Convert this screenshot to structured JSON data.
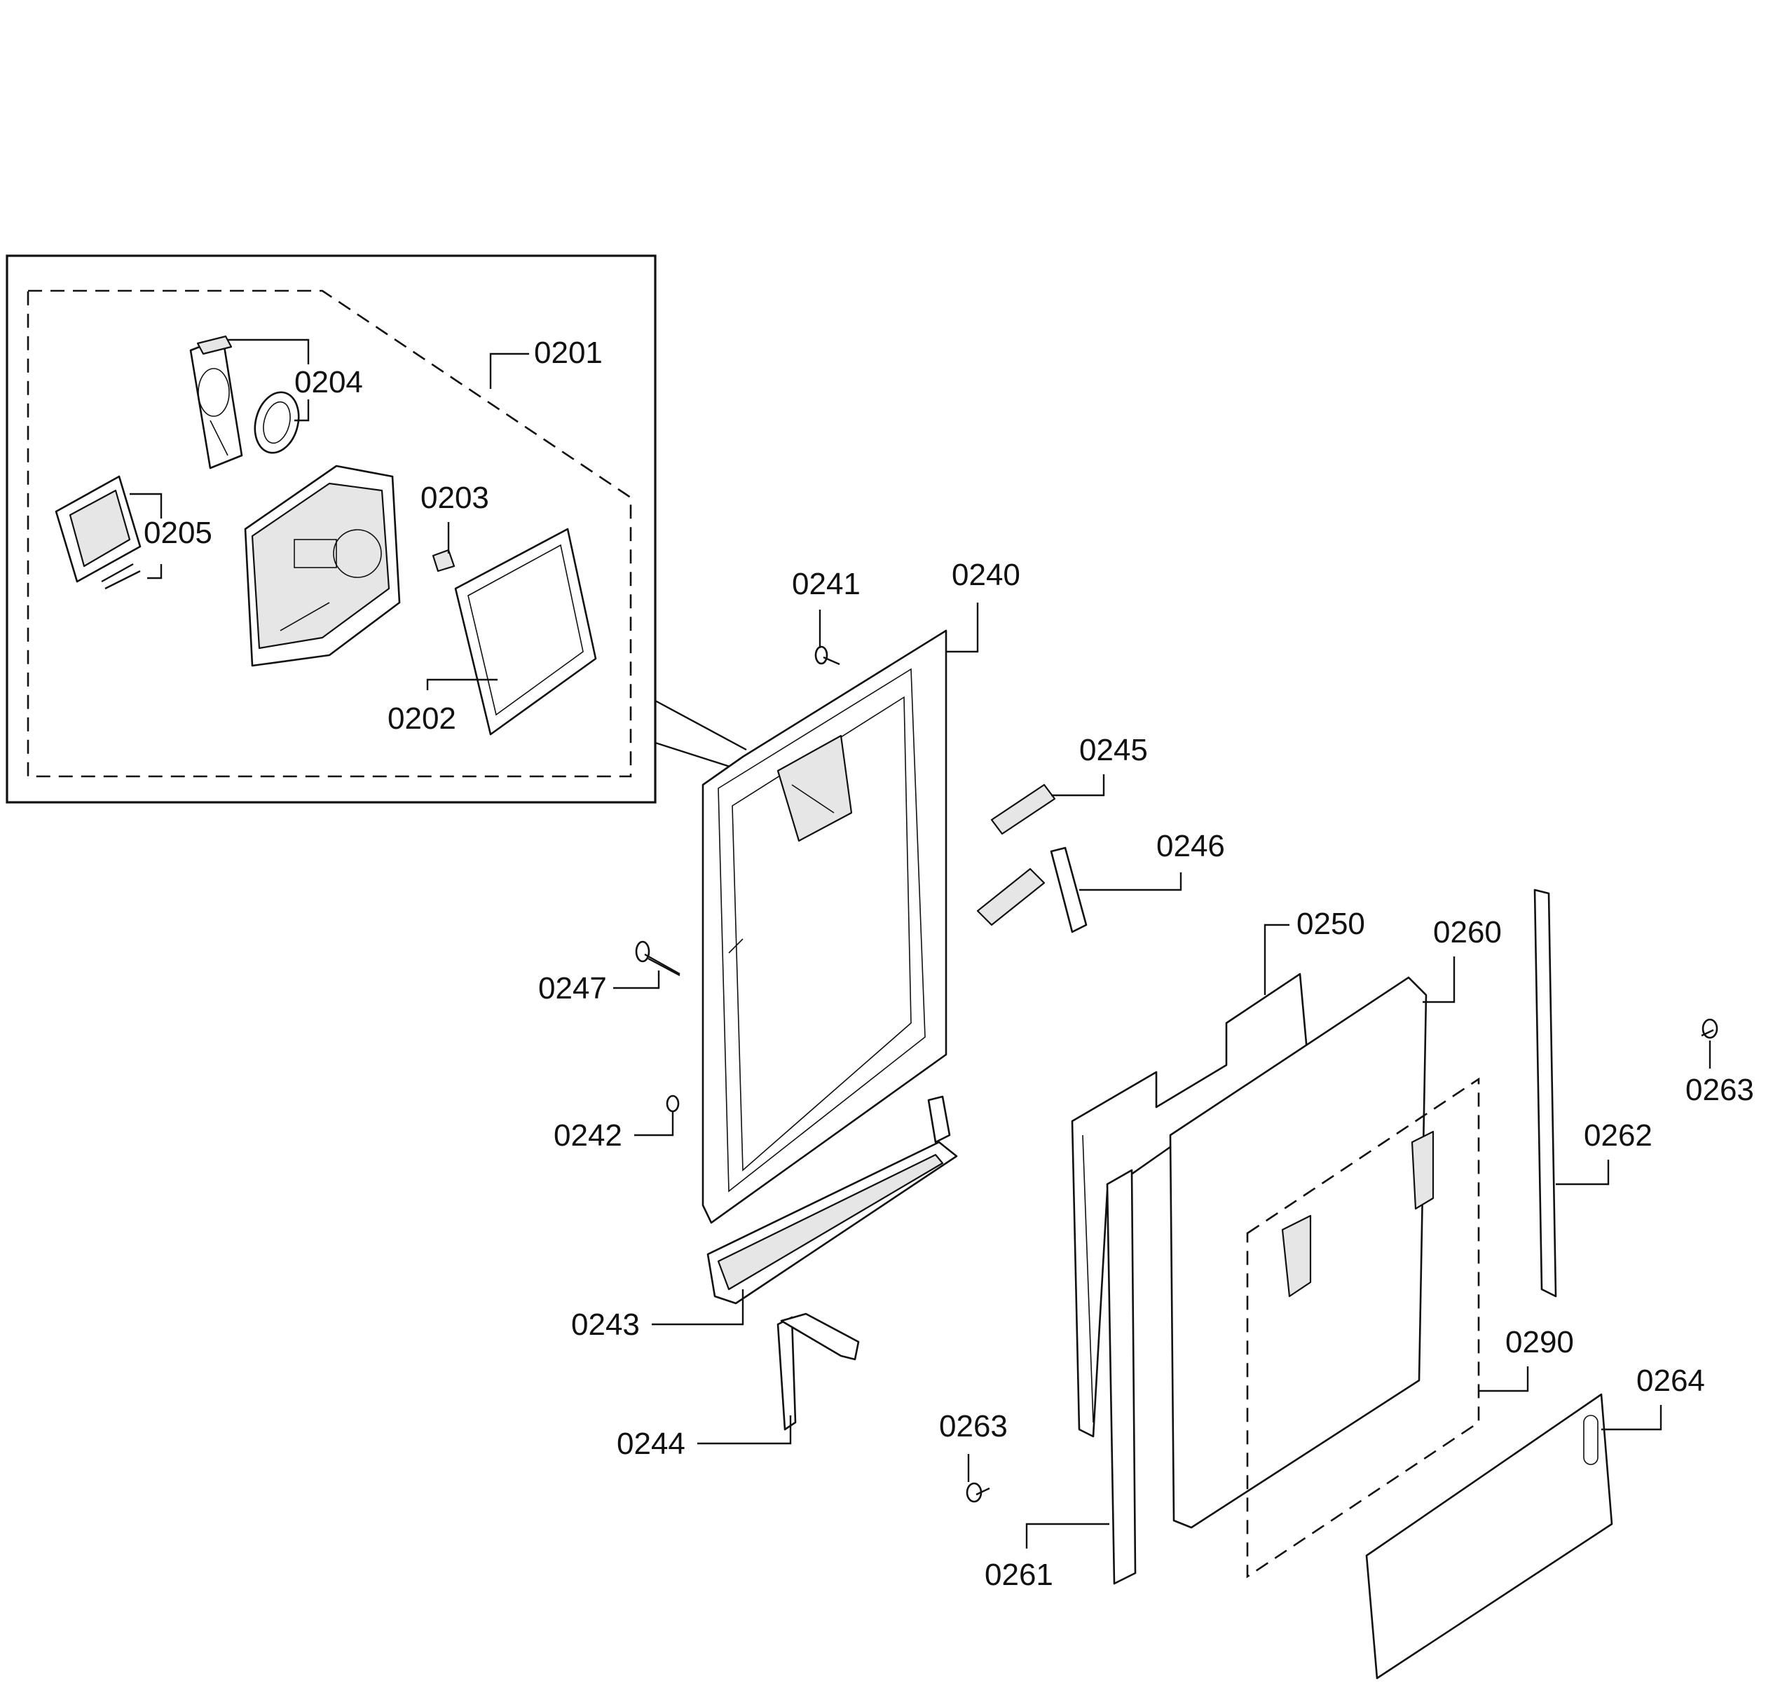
{
  "diagram": {
    "callouts": [
      {
        "id": "0201",
        "text": "0201"
      },
      {
        "id": "0202",
        "text": "0202"
      },
      {
        "id": "0203",
        "text": "0203"
      },
      {
        "id": "0204",
        "text": "0204"
      },
      {
        "id": "0205",
        "text": "0205"
      },
      {
        "id": "0240",
        "text": "0240"
      },
      {
        "id": "0241",
        "text": "0241"
      },
      {
        "id": "0242",
        "text": "0242"
      },
      {
        "id": "0243",
        "text": "0243"
      },
      {
        "id": "0244",
        "text": "0244"
      },
      {
        "id": "0245",
        "text": "0245"
      },
      {
        "id": "0246",
        "text": "0246"
      },
      {
        "id": "0247",
        "text": "0247"
      },
      {
        "id": "0250",
        "text": "0250"
      },
      {
        "id": "0260",
        "text": "0260"
      },
      {
        "id": "0261",
        "text": "0261"
      },
      {
        "id": "0262",
        "text": "0262"
      },
      {
        "id": "0263a",
        "text": "0263"
      },
      {
        "id": "0263b",
        "text": "0263"
      },
      {
        "id": "0264",
        "text": "0264"
      },
      {
        "id": "0290",
        "text": "0290"
      }
    ]
  }
}
